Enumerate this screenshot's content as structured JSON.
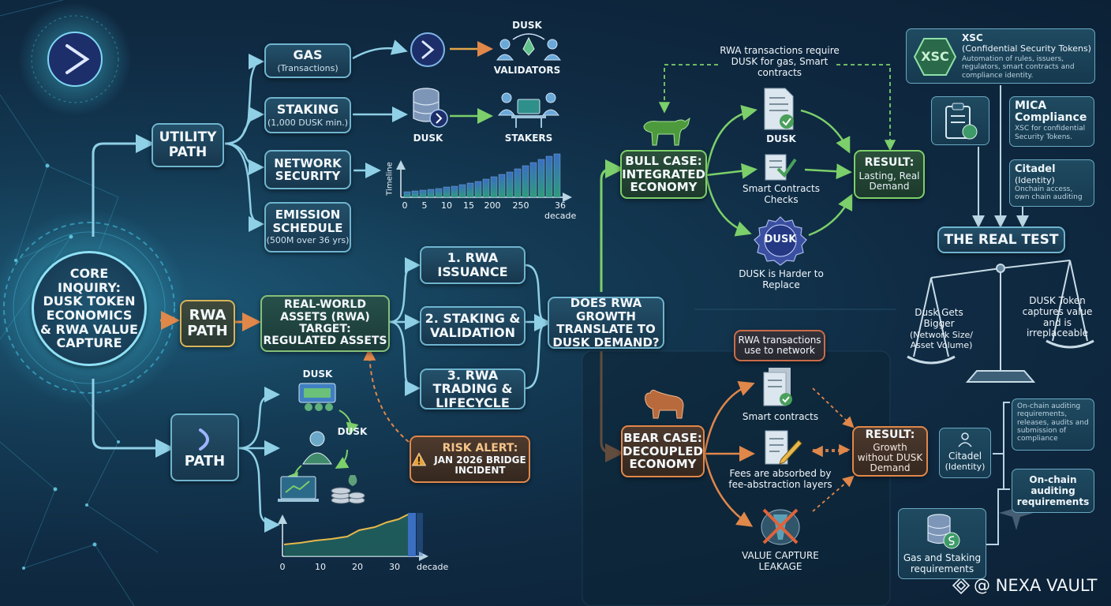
{
  "core": {
    "title": "CORE INQUIRY: DUSK TOKEN ECONOMICS & RWA VALUE CAPTURE"
  },
  "utility": {
    "label": "UTILITY PATH",
    "gas": {
      "title": "GAS",
      "sub": "(Transactions)"
    },
    "staking": {
      "title": "STAKING",
      "sub": "(1,000 DUSK min.)"
    },
    "security": {
      "title": "NETWORK SECURITY"
    },
    "emission": {
      "title": "EMISSION SCHEDULE",
      "sub": "(500M over 36 yrs)"
    },
    "dusk_top": "DUSK",
    "validators": "VALIDATORS",
    "dusk_db": "DUSK",
    "stakers": "STAKERS",
    "chart_ylabel": "Timeline",
    "chart_ticks": [
      "0",
      "5",
      "10",
      "15",
      "200",
      "250",
      "36 decade"
    ]
  },
  "rwa": {
    "label": "RWA PATH",
    "assets": "REAL-WORLD ASSETS (RWA) TARGET: REGULATED ASSETS",
    "issuance": "1. RWA ISSUANCE",
    "staking": "2. STAKING & VALIDATION",
    "trading": "3. RWA TRADING & LIFECYCLE",
    "question": "DOES RWA GROWTH TRANSLATE TO DUSK DEMAND?",
    "risk_title": "RISK ALERT:",
    "risk_text": "JAN 2026 BRIDGE INCIDENT"
  },
  "path3": {
    "label": "PATH",
    "dusk1": "DUSK",
    "dusk2": "DUSK",
    "chart_ticks": [
      "0",
      "10",
      "20",
      "30",
      "decade"
    ]
  },
  "bull": {
    "note": "RWA transactions require DUSK for gas, Smart contracts",
    "title": "BULL CASE: INTEGRATED ECONOMY",
    "dusk": "DUSK",
    "checks": "Smart Contracts Checks",
    "coin": "DUSK",
    "harder": "DUSK is Harder to Replace",
    "result_title": "RESULT:",
    "result_text": "Lasting, Real Demand"
  },
  "bear": {
    "note": "RWA transactions use to network",
    "title": "BEAR CASE: DECOUPLED ECONOMY",
    "contracts": "Smart contracts",
    "fees": "Fees are absorbed by fee-abstraction layers",
    "leakage": "VALUE CAPTURE LEAKAGE",
    "result_title": "RESULT:",
    "result_text": "Growth without DUSK Demand"
  },
  "right": {
    "xsc_badge": "XSC",
    "xsc_title": "XSC",
    "xsc_sub": "(Confidential Security Tokens)",
    "xsc_desc": "Automation of rules, issuers, regulators, smart contracts and compliance identity.",
    "mica_title": "MICA Compliance",
    "mica_desc": "XSC for confidential Security Tokens.",
    "citadel_title": "Citadel",
    "citadel_sub": "(Identity)",
    "citadel_desc": "Onchain access, own chain auditing",
    "real_test": "THE REAL TEST",
    "scale_left": "Dusk Gets Bigger",
    "scale_left_sub": "(Network Size/ Asset Volume)",
    "scale_right": "DUSK Token captures value and is irreplaceable",
    "onchain_desc": "On-chain auditing requirements, releases, audits and submission of compliance",
    "citadel2_title": "Citadel",
    "citadel2_sub": "(Identity)",
    "onchain_audit": "On-chain auditing requirements",
    "gas_staking": "Gas and Staking requirements"
  },
  "watermark": "@ NEXA VAULT"
}
